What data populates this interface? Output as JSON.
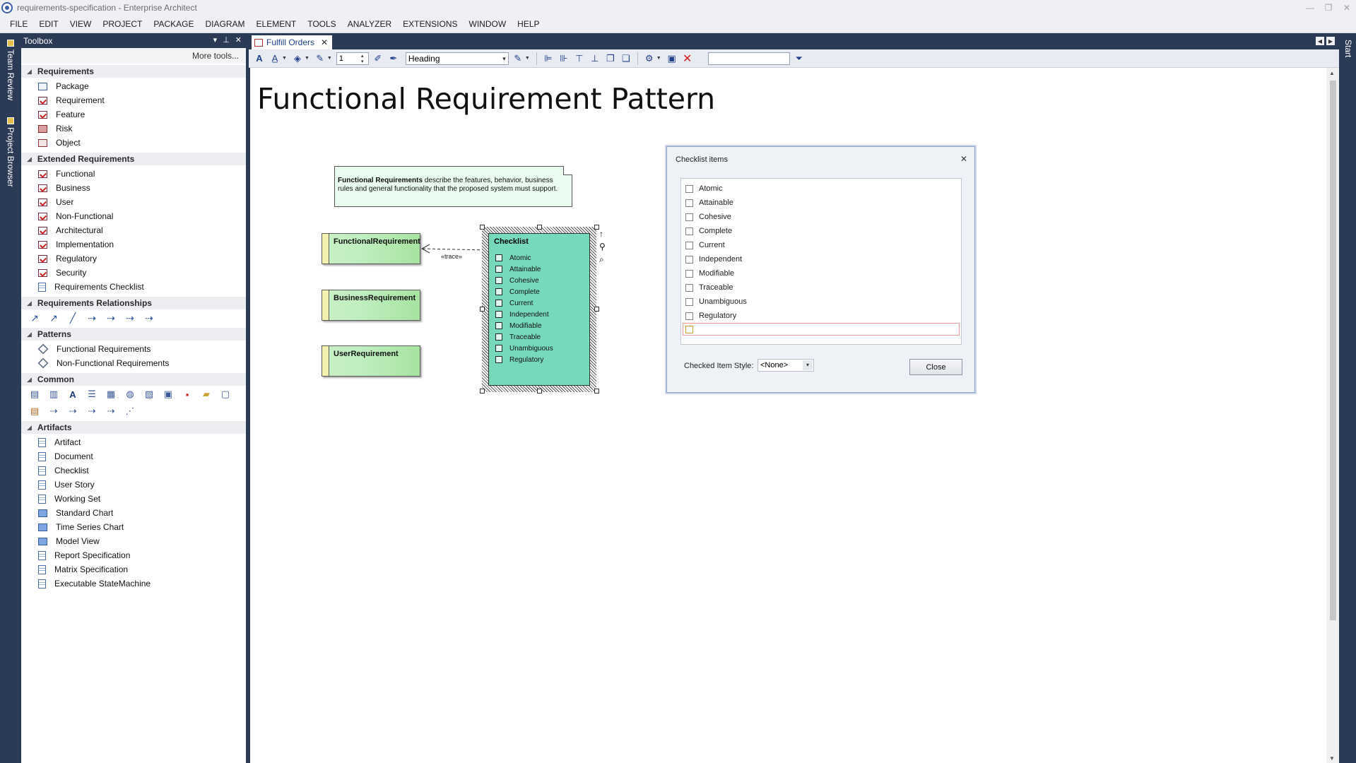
{
  "window": {
    "title": "requirements-specification - Enterprise Architect",
    "controls": [
      "—",
      "❐",
      "✕"
    ]
  },
  "menu": [
    "FILE",
    "EDIT",
    "VIEW",
    "PROJECT",
    "PACKAGE",
    "DIAGRAM",
    "ELEMENT",
    "TOOLS",
    "ANALYZER",
    "EXTENSIONS",
    "WINDOW",
    "HELP"
  ],
  "left_strip": {
    "tabs": [
      "Team Review",
      "Project Browser"
    ]
  },
  "right_strip": {
    "tabs": [
      "Start"
    ]
  },
  "toolbox": {
    "title": "Toolbox",
    "more_tools": "More tools...",
    "sections": {
      "requirements": {
        "title": "Requirements",
        "items": [
          "Package",
          "Requirement",
          "Feature",
          "Risk",
          "Object"
        ]
      },
      "extended": {
        "title": "Extended Requirements",
        "items": [
          "Functional",
          "Business",
          "User",
          "Non-Functional",
          "Architectural",
          "Implementation",
          "Regulatory",
          "Security",
          "Requirements Checklist"
        ]
      },
      "relationships": {
        "title": "Requirements Relationships"
      },
      "patterns": {
        "title": "Patterns",
        "items": [
          "Functional Requirements",
          "Non-Functional Requirements"
        ]
      },
      "common": {
        "title": "Common"
      },
      "artifacts": {
        "title": "Artifacts",
        "items": [
          "Artifact",
          "Document",
          "Checklist",
          "User Story",
          "Working Set",
          "Standard Chart",
          "Time Series Chart",
          "Model View",
          "Report Specification",
          "Matrix Specification",
          "Executable StateMachine"
        ]
      }
    }
  },
  "doc_tab": {
    "label": "Fulfill Orders"
  },
  "format_toolbar": {
    "font_size": "1",
    "style": "Heading"
  },
  "diagram": {
    "heading": "Functional Requirement Pattern",
    "note": {
      "bold": "Functional Requirements",
      "text": " describe the features, behavior, business rules and general functionality that the proposed system must support."
    },
    "requirements": [
      "FunctionalRequirement",
      "BusinessRequirement",
      "UserRequirement"
    ],
    "trace_label": "«trace»",
    "checklist": {
      "title": "Checklist",
      "items": [
        "Atomic",
        "Attainable",
        "Cohesive",
        "Complete",
        "Current",
        "Independent",
        "Modifiable",
        "Traceable",
        "Unambiguous",
        "Regulatory"
      ]
    }
  },
  "dialog": {
    "title": "Checklist items",
    "items": [
      "Atomic",
      "Attainable",
      "Cohesive",
      "Complete",
      "Current",
      "Independent",
      "Modifiable",
      "Traceable",
      "Unambiguous",
      "Regulatory"
    ],
    "checked_style_label": "Checked Item Style:",
    "checked_style_value": "<None>",
    "close_button": "Close"
  }
}
